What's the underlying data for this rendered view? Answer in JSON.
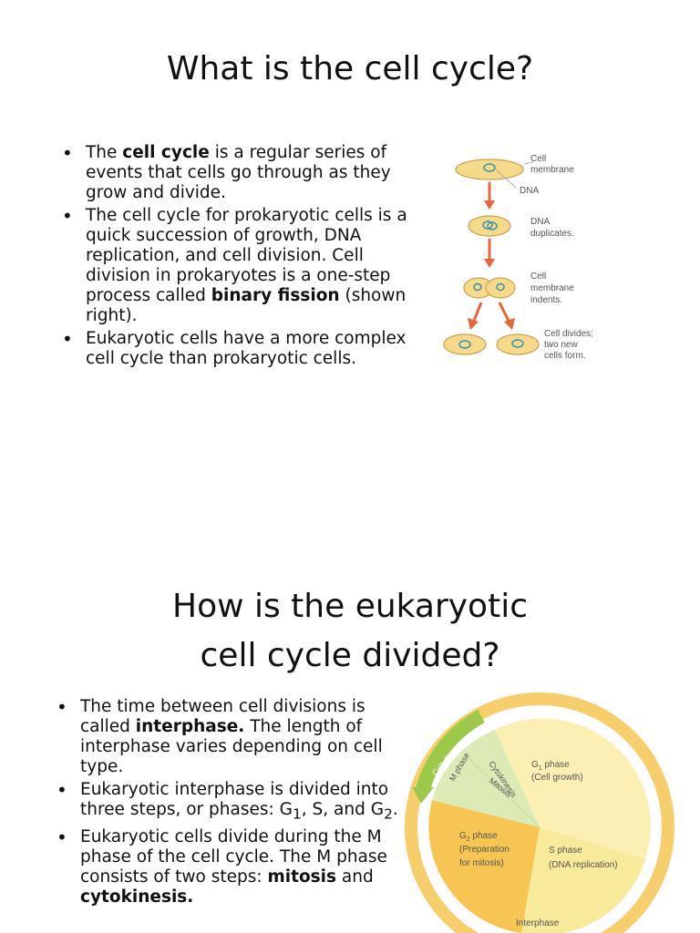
{
  "slide1": {
    "title": "What is the cell cycle?",
    "bullets": [
      {
        "pre": "The ",
        "bold": "cell cycle",
        "post": " is a regular series of events that cells go through as they grow and divide."
      },
      {
        "pre": "The cell cycle for prokaryotic cells is a quick succession of growth, DNA replication, and cell division. Cell division in prokaryotes is a one-step process called ",
        "bold": "binary fission",
        "post": " (shown right)."
      },
      {
        "pre": "Eukaryotic cells have a more complex cell cycle than prokaryotic cells.",
        "bold": "",
        "post": ""
      }
    ],
    "figure": {
      "label_cell": "Cell",
      "label_membrane": "membrane",
      "label_dna": "DNA",
      "label_dna2": "DNA",
      "label_duplicates": "duplicates.",
      "label_cell2": "Cell",
      "label_membrane2": "membrane",
      "label_indents": "indents.",
      "label_divides": "Cell divides;",
      "label_twonew": "two new",
      "label_cellsform": "cells form."
    }
  },
  "slide2": {
    "title_line1": "How is the eukaryotic",
    "title_line2": "cell cycle divided?",
    "bullets": [
      {
        "pre": "The time between cell divisions is called ",
        "bold": "interphase.",
        "post": " The length of interphase varies depending on cell type."
      },
      {
        "pre": "Eukaryotic interphase is divided into three steps, or phases: G",
        "s1": "1",
        "mid1": ", S, and G",
        "s2": "2",
        "post": "."
      },
      {
        "pre": "Eukaryotic cells divide during the M phase of the cell cycle. The M phase consists of two steps: ",
        "bold1": "mitosis",
        "mid": " and ",
        "bold2": "cytokinesis."
      }
    ],
    "figure": {
      "g1_label": "G",
      "g1_sub": "1",
      "g1_phase": " phase",
      "g1_desc": "(Cell growth)",
      "s_label": "S phase",
      "s_desc": "(DNA replication)",
      "g2_label": "G",
      "g2_sub": "2",
      "g2_phase": " phase",
      "g2_desc1": "(Preparation",
      "g2_desc2": "for mitosis)",
      "m_phase": "M phase",
      "cytokinesis": "Cytokinesis",
      "mitosis": "Mitosis",
      "cell_division": "Cell division",
      "interphase": "Interphase"
    }
  }
}
